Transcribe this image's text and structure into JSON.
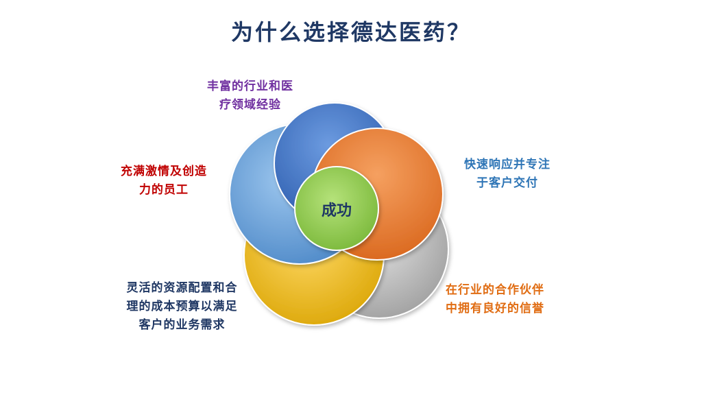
{
  "title": "为什么选择德达医药？",
  "center": {
    "label": "成功",
    "color": "#92d050"
  },
  "petals": [
    {
      "name": "light-blue",
      "color": "#6aa6dc",
      "dark": "#3f7fba"
    },
    {
      "name": "blue",
      "color": "#4a78c8",
      "dark": "#2c56a0"
    },
    {
      "name": "orange",
      "color": "#ed7d31",
      "dark": "#c55a11"
    },
    {
      "name": "gray",
      "color": "#bdbdbd",
      "dark": "#8c8c8c"
    },
    {
      "name": "gold",
      "color": "#ffc000",
      "dark": "#c99600"
    }
  ],
  "labels": [
    {
      "lines": [
        "丰富的行业和医",
        "疗领域经验"
      ],
      "color": "#7030a0"
    },
    {
      "lines": [
        "快速响应并专注",
        "于客户交付"
      ],
      "color": "#2e75b6"
    },
    {
      "lines": [
        "在行业的合作伙伴",
        "中拥有良好的信誉"
      ],
      "color": "#e06c12"
    },
    {
      "lines": [
        "灵活的资源配置和合",
        "理的成本预算以满足",
        "客户的业务需求"
      ],
      "color": "#203864"
    },
    {
      "lines": [
        "充满激情及创造",
        "力的员工"
      ],
      "color": "#c00000"
    }
  ]
}
